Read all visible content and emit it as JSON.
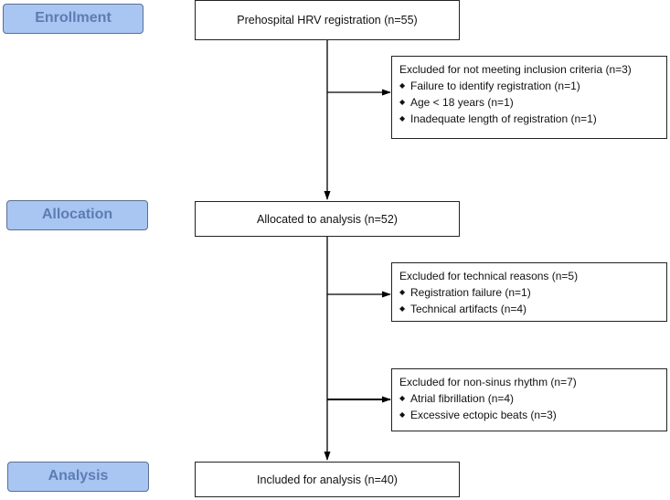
{
  "stages": {
    "enrollment": "Enrollment",
    "allocation": "Allocation",
    "analysis": "Analysis"
  },
  "boxes": {
    "registration": "Prehospital HRV registration (n=55)",
    "allocated": "Allocated to analysis (n=52)",
    "included": "Included for analysis  (n=40)"
  },
  "exclusions": [
    {
      "title": "Excluded for not meeting inclusion criteria (n=3)",
      "items": [
        "Failure to identify registration (n=1)",
        "Age < 18 years (n=1)",
        "Inadequate length of registration (n=1)"
      ]
    },
    {
      "title": "Excluded for technical reasons (n=5)",
      "items": [
        "Registration failure (n=1)",
        "Technical artifacts (n=4)"
      ]
    },
    {
      "title": "Excluded for non-sinus rhythm (n=7)",
      "items": [
        "Atrial fibrillation (n=4)",
        "Excessive ectopic beats (n=3)"
      ]
    }
  ],
  "colors": {
    "stage_fill": "#a9c5f2",
    "stage_text": "#5d7cb3",
    "line": "#000000"
  },
  "icons": {
    "bullet": "diamond-bullet-icon"
  }
}
